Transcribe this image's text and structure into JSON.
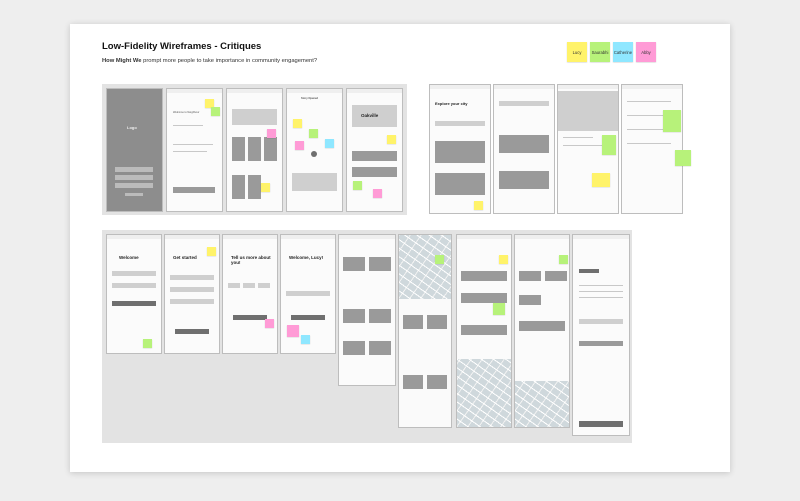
{
  "board": {
    "title": "Low-Fidelity Wireframes - Critiques",
    "subtitle_bold": "How Might We",
    "subtitle_rest": " prompt more people to take importance in community engagement?"
  },
  "legend": [
    {
      "name": "Lucy",
      "color": "#fff36a"
    },
    {
      "name": "Saurabhi",
      "color": "#b7f27a"
    },
    {
      "name": "Catherine",
      "color": "#8fe7ff"
    },
    {
      "name": "Abby",
      "color": "#ff9bd6"
    }
  ],
  "screens": {
    "s1_logo": "Logo",
    "s2_welcome": "Welcome to Neighbour",
    "s5_title": "Story Opened",
    "s6_city": "Oakville",
    "s7_explore": "Explore your city",
    "r2_welcome": "Welcome",
    "r2_getstarted": "Get started",
    "r2_tellus": "Tell us more about you!",
    "r2_welcomelucy": "Welcome, Lucy!"
  }
}
